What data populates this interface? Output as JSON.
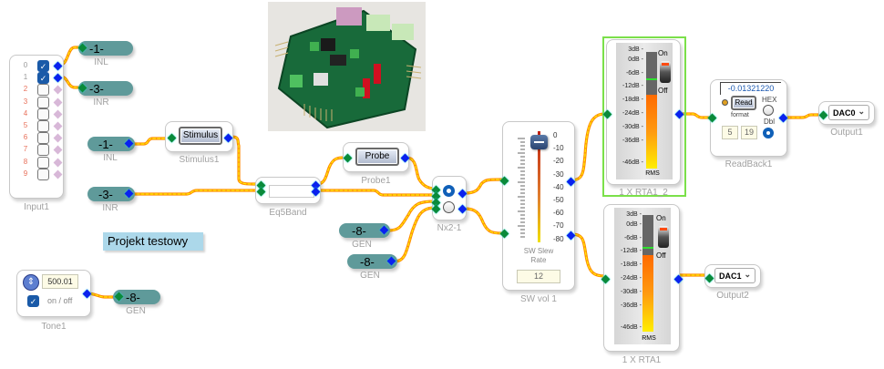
{
  "canvas": {
    "wire_color": "#ff8c00",
    "wire_highlight": "#ffee00",
    "selection_color": "#7be04a"
  },
  "photo": {
    "alt": "DSP development board photo"
  },
  "note": {
    "text": "Projekt testowy"
  },
  "input1": {
    "caption": "Input1",
    "channels": [
      {
        "index": "0",
        "checked": true
      },
      {
        "index": "1",
        "checked": true
      },
      {
        "index": "2",
        "checked": false
      },
      {
        "index": "3",
        "checked": false
      },
      {
        "index": "4",
        "checked": false
      },
      {
        "index": "5",
        "checked": false
      },
      {
        "index": "6",
        "checked": false
      },
      {
        "index": "7",
        "checked": false
      },
      {
        "index": "8",
        "checked": false
      },
      {
        "index": "9",
        "checked": false
      }
    ]
  },
  "tags": {
    "inl_top": {
      "label": "-1-",
      "caption": "INL"
    },
    "inr_top": {
      "label": "-3-",
      "caption": "INR"
    },
    "inl_src": {
      "label": "-1-",
      "caption": "INL"
    },
    "inr_src": {
      "label": "-3-",
      "caption": "INR"
    },
    "gen_tone": {
      "label": "-8-",
      "caption": "GEN"
    },
    "gen_a": {
      "label": "-8-",
      "caption": "GEN"
    },
    "gen_b": {
      "label": "-8-",
      "caption": "GEN"
    }
  },
  "stimulus": {
    "button": "Stimulus",
    "caption": "Stimulus1"
  },
  "eq": {
    "caption": "Eq5Band",
    "value": ""
  },
  "probe": {
    "button": "Probe",
    "caption": "Probe1"
  },
  "nx": {
    "caption": "Nx2-1",
    "selected": 0
  },
  "swvol": {
    "caption": "SW vol 1",
    "scale": [
      "0",
      "-10",
      "-20",
      "-30",
      "-40",
      "-50",
      "-60",
      "-70",
      "-80"
    ],
    "slider_value_db": 0,
    "slew_label": "SW Slew Rate",
    "slew_value": "12"
  },
  "rta_top": {
    "caption": "1 X RTA1_2",
    "labels": [
      "3dB -",
      "0dB -",
      "-6dB -",
      "-12dB -",
      "-18dB -",
      "-24dB -",
      "-30dB -",
      "-36dB -",
      "-46dB -"
    ],
    "switch_on": "On",
    "switch_off": "Off",
    "mode": "RMS",
    "level_db": -15,
    "peak_db": -9
  },
  "rta_bottom": {
    "caption": "1 X RTA1",
    "labels": [
      "3dB -",
      "0dB -",
      "-6dB -",
      "-12dB -",
      "-18dB -",
      "-24dB -",
      "-30dB -",
      "-36dB -",
      "-46dB -"
    ],
    "switch_on": "On",
    "switch_off": "Off",
    "mode": "RMS",
    "level_db": -14,
    "peak_db": -11
  },
  "readback": {
    "caption": "ReadBack1",
    "value": "-0.01321220",
    "button": "Read",
    "format_label": "format",
    "format_a": "5",
    "format_b": "19",
    "hex_label": "HEX",
    "dbl_label": "Dbl",
    "selected": "Dbl"
  },
  "output1": {
    "caption": "Output1",
    "selected": "DAC0"
  },
  "output2": {
    "caption": "Output2",
    "selected": "DAC1"
  },
  "tone": {
    "caption": "Tone1",
    "frequency": "500.01",
    "toggle_label": "on / off",
    "enabled": true
  }
}
